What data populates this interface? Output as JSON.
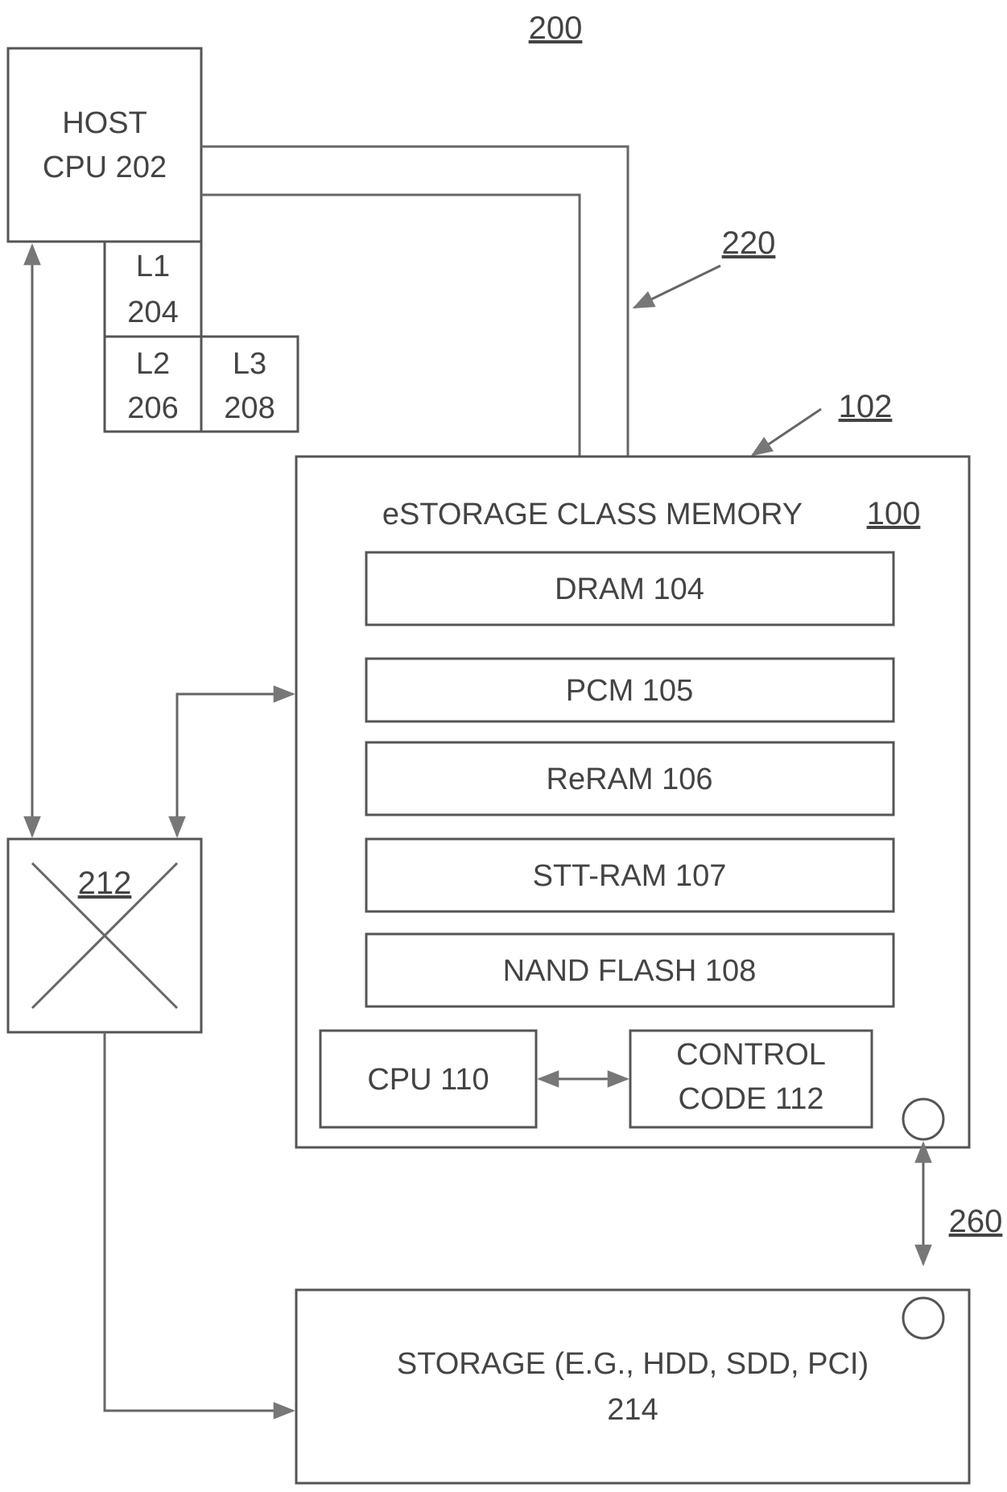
{
  "figure": {
    "number": "200",
    "refs": {
      "bus": "220",
      "scm_arrow": "102",
      "link": "260"
    }
  },
  "host": {
    "line1": "HOST",
    "line2": "CPU 202"
  },
  "caches": {
    "l1": {
      "name": "L1",
      "ref": "204"
    },
    "l2": {
      "name": "L2",
      "ref": "206"
    },
    "l3": {
      "name": "L3",
      "ref": "208"
    }
  },
  "switch": {
    "ref": "212"
  },
  "scm": {
    "title": "eSTORAGE  CLASS MEMORY",
    "title_ref": "100",
    "modules": [
      "DRAM 104",
      "PCM 105",
      "ReRAM 106",
      "STT-RAM 107",
      "NAND FLASH 108"
    ],
    "cpu": "CPU 110",
    "control_line1": "CONTROL",
    "control_line2": "CODE 112"
  },
  "storage": {
    "line1": "STORAGE (E.G., HDD, SDD, PCI)",
    "line2": "214"
  }
}
